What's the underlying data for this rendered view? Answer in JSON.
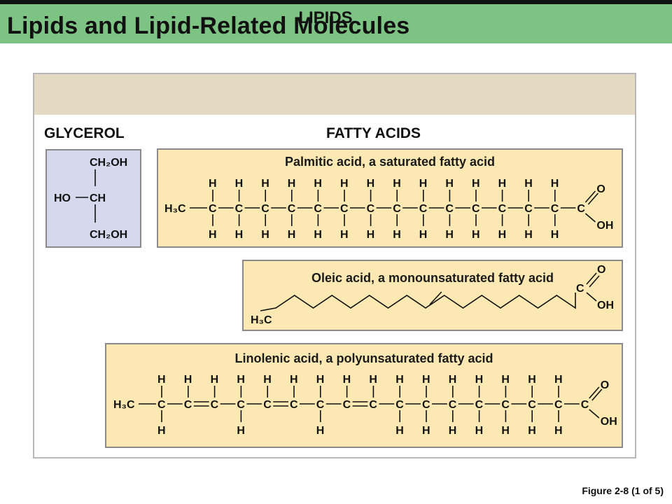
{
  "slide": {
    "title": "Lipids and Lipid-Related Molecules",
    "caption": "Figure 2-8 (1 of 5)"
  },
  "panel": {
    "heading": "LIPIDS",
    "glycerol_label": "GLYCEROL",
    "fatty_acids_label": "FATTY ACIDS"
  },
  "glycerol": {
    "top_group": "CH₂OH",
    "side_group": "HO",
    "center_group": "CH",
    "bottom_group": "CH₂OH"
  },
  "palmitic": {
    "title": "Palmitic acid, a saturated fatty acid",
    "methyl": "H₃C",
    "carbon_count": 15,
    "bond_types": [
      "single",
      "single",
      "single",
      "single",
      "single",
      "single",
      "single",
      "single",
      "single",
      "single",
      "single",
      "single",
      "single",
      "single"
    ],
    "top_h": [
      1,
      1,
      1,
      1,
      1,
      1,
      1,
      1,
      1,
      1,
      1,
      1,
      1,
      1,
      0
    ],
    "bottom_h": [
      1,
      1,
      1,
      1,
      1,
      1,
      1,
      1,
      1,
      1,
      1,
      1,
      1,
      1,
      0
    ],
    "carboxyl_o": "O",
    "carboxyl_oh": "OH"
  },
  "oleic": {
    "title": "Oleic acid, a monounsaturated fatty acid",
    "methyl": "H₃C",
    "carboxyl_c": "C",
    "carboxyl_o": "O",
    "carboxyl_oh": "OH",
    "double_bond_segment": 9
  },
  "linolenic": {
    "title": "Linolenic acid, a polyunsaturated fatty acid",
    "methyl": "H₃C",
    "carbon_count": 17,
    "bond_types": [
      "single",
      "double",
      "single",
      "single",
      "double",
      "single",
      "single",
      "double",
      "single",
      "single",
      "single",
      "single",
      "single",
      "single",
      "single",
      "single"
    ],
    "top_h": [
      1,
      1,
      1,
      1,
      1,
      1,
      1,
      1,
      1,
      1,
      1,
      1,
      1,
      1,
      1,
      1,
      0
    ],
    "bottom_h": [
      1,
      0,
      0,
      1,
      0,
      0,
      1,
      0,
      0,
      1,
      1,
      1,
      1,
      1,
      1,
      1,
      0
    ],
    "carboxyl_o": "O",
    "carboxyl_oh": "OH"
  },
  "colors": {
    "title_bar": "#7dc383",
    "panel_header": "#e4dac3",
    "glycerol_fill": "#d6d8ee",
    "fatty_acid_fill": "#fbe8b2"
  }
}
